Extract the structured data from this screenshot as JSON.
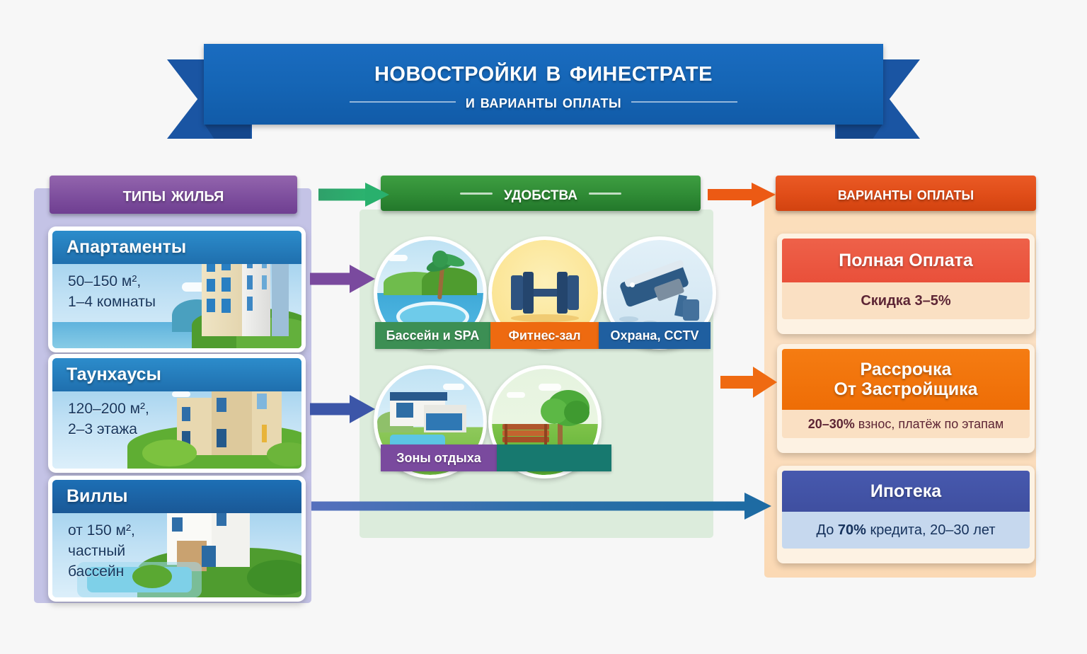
{
  "title": {
    "line1": "Новостройки в Финестрате",
    "line2": "и варианты оплаты"
  },
  "sections": {
    "housing": {
      "header": "Типы Жилья"
    },
    "amenities": {
      "header": "Удобства"
    },
    "payment": {
      "header": "Варианты Оплаты"
    }
  },
  "housing_cards": [
    {
      "title": "Апартаменты",
      "line1": "50–150 м²,",
      "line2": "1–4 комнаты",
      "line3": ""
    },
    {
      "title": "Таунхаусы",
      "line1": "120–200 м²,",
      "line2": "2–3 этажа",
      "line3": ""
    },
    {
      "title": "Виллы",
      "line1": "от 150 м²,",
      "line2": "частный",
      "line3": "бассейн"
    }
  ],
  "amenities": [
    {
      "label": "Бассейн и SPA",
      "icon": "pool-palm-icon",
      "color": "#3c8f54"
    },
    {
      "label": "Фитнес-зал",
      "icon": "dumbbell-icon",
      "color": "#ee6a10"
    },
    {
      "label": "Охрана, CCTV",
      "icon": "security-camera-icon",
      "color": "#1f5fa0"
    },
    {
      "label": "Зоны отдыха",
      "icon": "villa-pool-icon",
      "color": "#7a4a9e"
    },
    {
      "label": "",
      "icon": "park-bench-tree-icon",
      "color": "#17796f"
    }
  ],
  "payment_options": [
    {
      "title_line1": "Полная Оплата",
      "title_line2": "",
      "detail_prefix": "Скидка ",
      "detail_value": "3–5%",
      "detail_suffix": "",
      "color": "#e9503a"
    },
    {
      "title_line1": "Рассрочка",
      "title_line2": "От Застройщика",
      "detail_prefix": "",
      "detail_value": "20–30%",
      "detail_suffix": " взнос, платёж по этапам",
      "color": "#ee6d06"
    },
    {
      "title_line1": "Ипотека",
      "title_line2": "",
      "detail_prefix": "До ",
      "detail_value": "70%",
      "detail_suffix": " кредита, 20–30 лет",
      "color": "#3f4fa0"
    }
  ],
  "flow_arrows": [
    {
      "name": "housing-to-amenities",
      "color": "#29b06d"
    },
    {
      "name": "amenities-to-payment",
      "color": "#ec5a14"
    },
    {
      "name": "apartments-to-amenities",
      "color": "#7a4a9e"
    },
    {
      "name": "townhouses-to-amenities",
      "color": "#3c56a8"
    },
    {
      "name": "amenities-to-installment",
      "color": "#ef6a11"
    },
    {
      "name": "villas-to-mortgage",
      "color": "#1e6ba3"
    }
  ]
}
